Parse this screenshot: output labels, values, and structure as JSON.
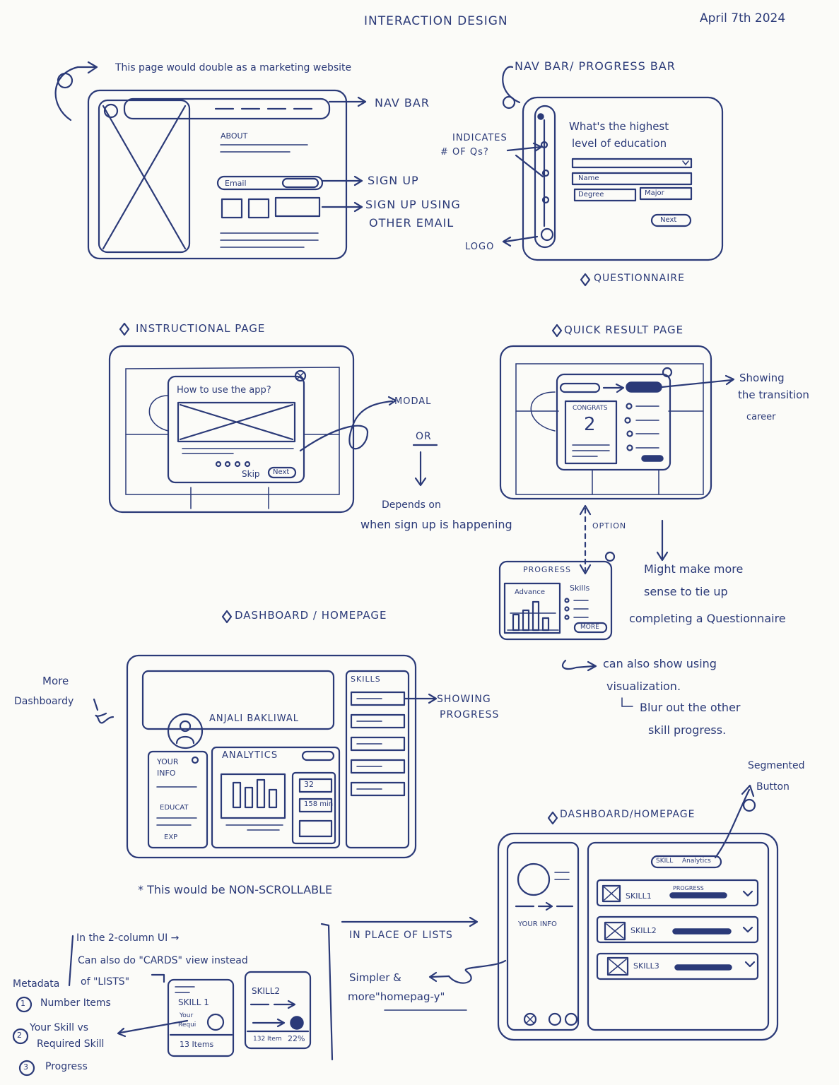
{
  "header": {
    "title": "INTERACTION DESIGN",
    "date": "April 7th 2024"
  },
  "s1": {
    "note": "This page would double as a marketing website",
    "about": "ABOUT",
    "email": "Email",
    "nav_bar": "NAV BAR",
    "sign_up": "SIGN UP",
    "sign_up_other_1": "SIGN UP USING",
    "sign_up_other_2": "OTHER EMAIL"
  },
  "s2": {
    "title": "NAV BAR/ PROGRESS BAR",
    "indicates_1": "INDICATES",
    "indicates_2": "# OF Qs?",
    "logo": "LOGO",
    "question_1": "What's the highest",
    "question_2": "level of education",
    "name": "Name",
    "degree": "Degree",
    "major": "Major",
    "next": "Next",
    "label": "QUESTIONNAIRE"
  },
  "s3": {
    "label": "INSTRUCTIONAL PAGE",
    "modal_title": "How to use the app?",
    "skip": "Skip",
    "next": "Next",
    "modal": "MODAL",
    "or": "OR",
    "depends_1": "Depends on",
    "depends_2": "when sign up is happening"
  },
  "s4": {
    "label": "QUICK RESULT PAGE",
    "congrats": "CONGRATS",
    "number": "2",
    "showing_1": "Showing",
    "showing_2": "the transition",
    "showing_3": "career",
    "option": "OPTION",
    "progress": "PROGRESS",
    "advance": "Advance",
    "skills": "Skills",
    "more": "MORE",
    "might_1": "Might make more",
    "might_2": "sense to tie up",
    "might_3": "completing a Questionnaire",
    "viz_1": "can also show using",
    "viz_2": "visualization.",
    "viz_3": "Blur out the other",
    "viz_4": "skill progress."
  },
  "s5": {
    "label": "DASHBOARD / HOMEPAGE",
    "more_1": "More",
    "more_2": "Dashboardy",
    "name": "ANJALI BAKLIWAL",
    "skills": "SKILLS",
    "your_info_1": "YOUR",
    "your_info_2": "INFO",
    "educat": "EDUCAT",
    "exp": "EXP",
    "analytics": "ANALYTICS",
    "stat1": "32",
    "stat2": "158 min",
    "showing_1": "SHOWING",
    "showing_2": "PROGRESS",
    "non_scroll": "* This would be NON-SCROLLABLE"
  },
  "s6": {
    "label": "DASHBOARD/HOMEPAGE",
    "segmented_1": "Segmented",
    "segmented_2": "Button",
    "seg_skill": "SKILL",
    "seg_analytics": "Analytics",
    "progress": "PROGRESS",
    "skill1": "SKILL1",
    "skill2": "SKILL2",
    "skill3": "SKILL3",
    "your_info": "YOUR INFO",
    "in_place": "IN PLACE OF LISTS",
    "simpler_1": "Simpler &",
    "simpler_2": "more\"homepag-y\""
  },
  "s7": {
    "line1": "In the 2-column UI →",
    "line2": "Can also do \"CARDS\" view instead",
    "line3": "of \"LISTS\"",
    "metadata": "Metadata",
    "m1": "Number Items",
    "m2a": "Your Skill vs",
    "m2b": "Required Skill",
    "m3": "Progress",
    "n1": "1",
    "n2": "2",
    "n3": "3",
    "card1_title": "SKILL 1",
    "card1_your": "Your",
    "card1_req": "Requi",
    "card1_items": "13 Items",
    "card2_title": "SKILL2",
    "card2_items": "132 Item",
    "card2_pct": "22%"
  },
  "colors": {
    "ink": "#2b3a78",
    "paper": "#fbfbf8"
  }
}
